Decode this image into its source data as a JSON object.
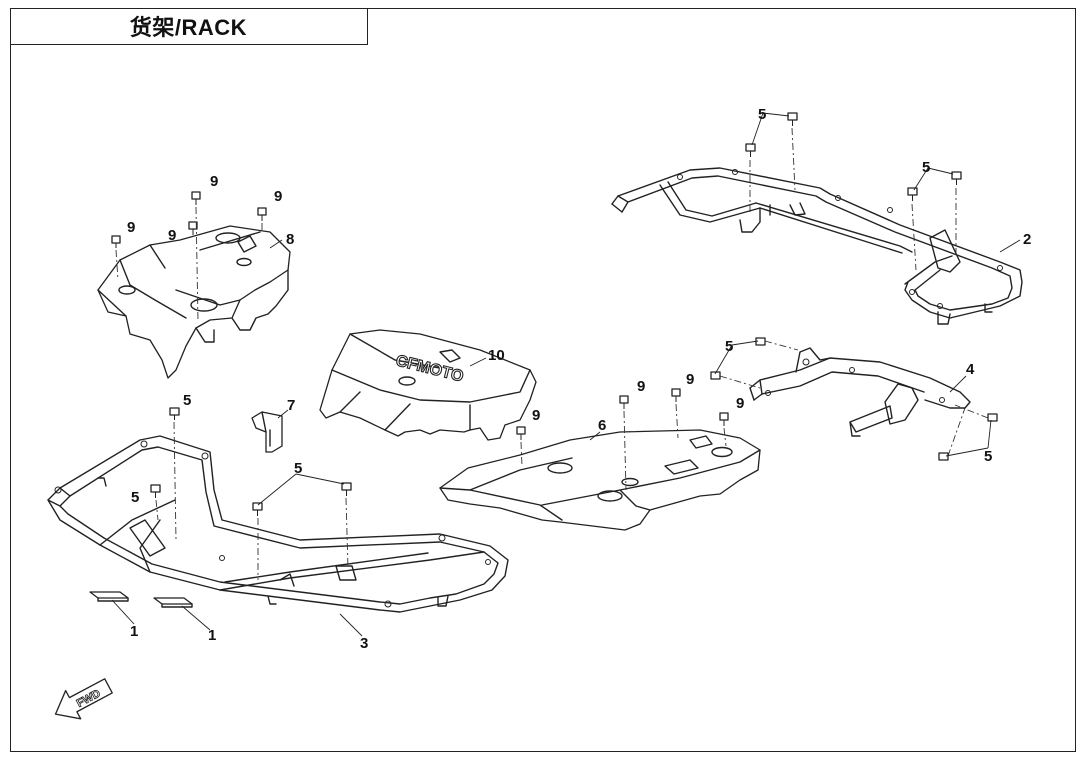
{
  "title": "货架/RACK",
  "direction_label": "FWD",
  "callouts": {
    "c1a": "1",
    "c1b": "1",
    "c2": "2",
    "c3": "3",
    "c4": "4",
    "c5_tl": "5",
    "c5_l": "5",
    "c5_mid": "5",
    "c5_tr1": "5",
    "c5_tr2": "5",
    "c5_r1": "5",
    "c5_r2": "5",
    "c6": "6",
    "c7": "7",
    "c8": "8",
    "c9_a": "9",
    "c9_b": "9",
    "c9_c": "9",
    "c9_d": "9",
    "c9_e": "9",
    "c9_f": "9",
    "c9_g": "9",
    "c9_h": "9",
    "c10": "10"
  },
  "logo_text": "CFMOTO"
}
